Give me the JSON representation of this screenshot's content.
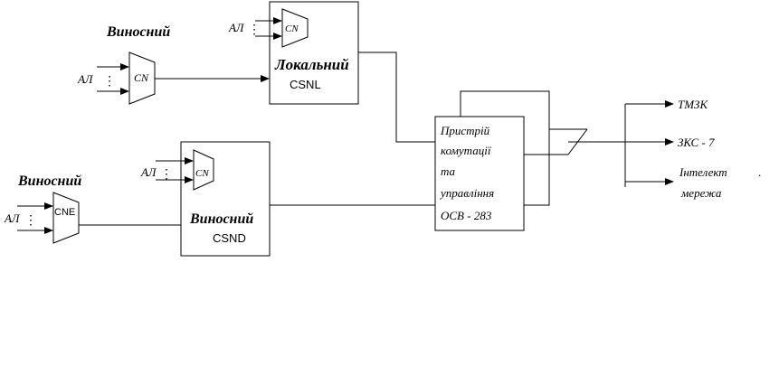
{
  "diagram": {
    "external_label_1": "Виносний",
    "external_label_2": "Виносний",
    "al": "АЛ",
    "cn": "CN",
    "cne": "CNE",
    "local_block": {
      "title": "Локальний",
      "code": "CSNL"
    },
    "remote_block": {
      "title": "Виносний",
      "code": "CSND"
    },
    "switch_block": {
      "line1": "Пристрій",
      "line2": "комутації",
      "line3": "та",
      "line4": "управління",
      "line5": "ОСВ - 283"
    },
    "outputs": {
      "out1": "ТМЗК",
      "out2": "ЗКС - 7",
      "out3_line1": "Інтелект",
      "out3_dot": ".",
      "out3_line2": "мережа"
    }
  }
}
